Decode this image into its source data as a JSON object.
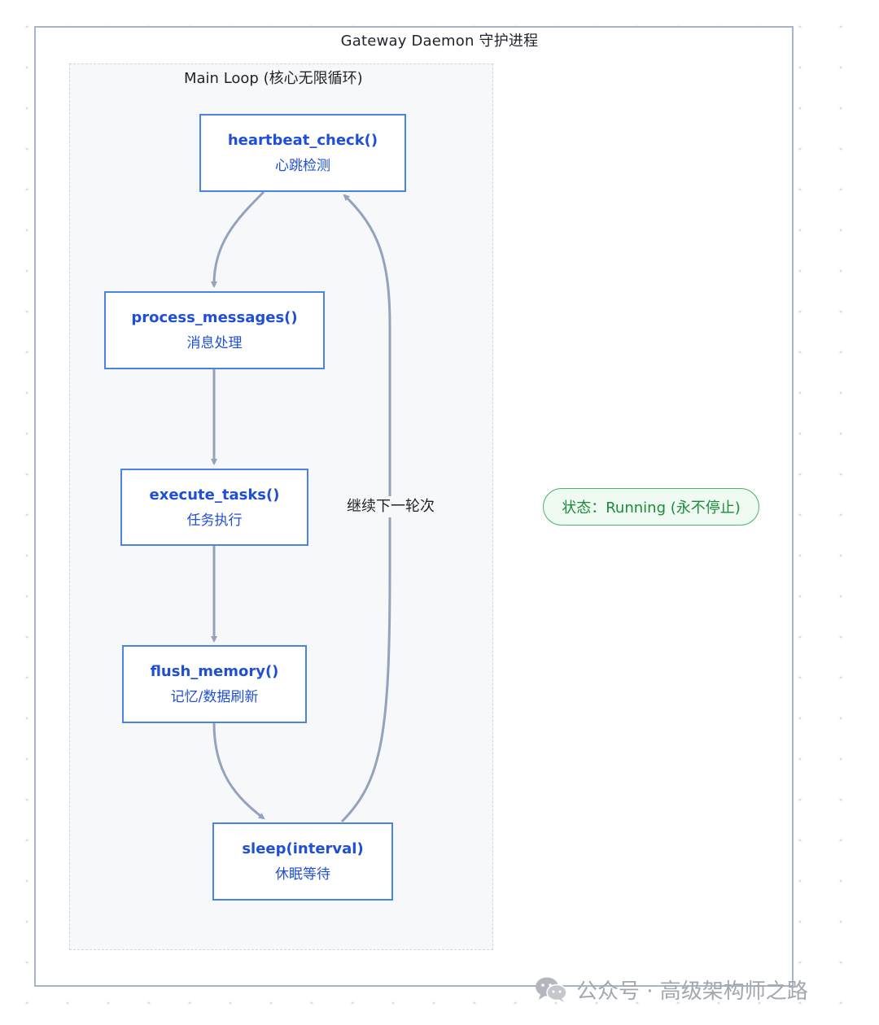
{
  "daemon": {
    "title": "Gateway Daemon 守护进程"
  },
  "loop": {
    "title": "Main Loop (核心无限循环)"
  },
  "nodes": [
    {
      "title": "heartbeat_check()",
      "subtitle": "心跳检测"
    },
    {
      "title": "process_messages()",
      "subtitle": "消息处理"
    },
    {
      "title": "execute_tasks()",
      "subtitle": "任务执行"
    },
    {
      "title": "flush_memory()",
      "subtitle": "记忆/数据刷新"
    },
    {
      "title": "sleep(interval)",
      "subtitle": "休眠等待"
    }
  ],
  "edges": {
    "loop_back_label": "继续下一轮次"
  },
  "status": {
    "label": "状态：Running (永不停止)"
  },
  "watermark": {
    "icon": "wechat-icon",
    "text": "公众号 · 高级架构师之路"
  },
  "colors": {
    "node_border": "#4a82e8",
    "node_text": "#1f4fd6",
    "edge": "#94a3bb",
    "status_border": "#49b866",
    "status_text": "#1e8a3a"
  }
}
